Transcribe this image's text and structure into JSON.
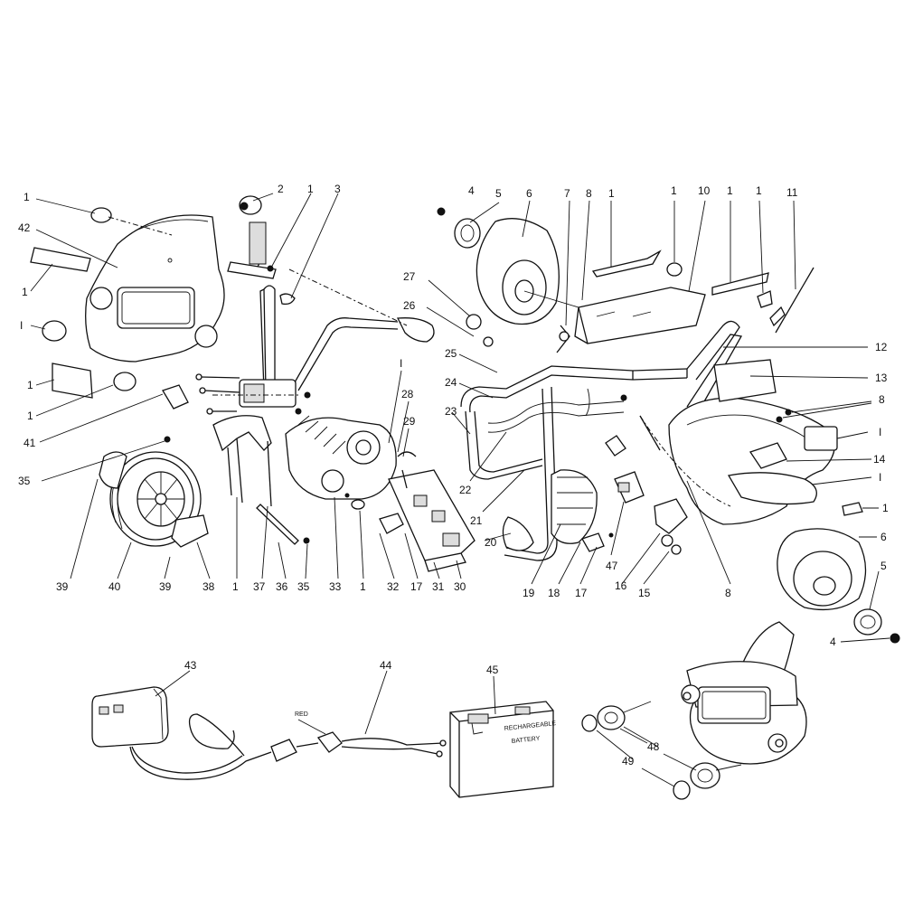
{
  "callouts": {
    "c1a": "1",
    "c2": "2",
    "c1b": "1",
    "c3": "3",
    "c42": "42",
    "c1c": "1",
    "c1d": "I",
    "c1e": "1",
    "c1f": "1",
    "c41": "41",
    "c35a": "35",
    "c39a": "39",
    "c40": "40",
    "c39b": "39",
    "c38": "38",
    "c1g": "1",
    "c37": "37",
    "c36": "36",
    "c35b": "35",
    "c33": "33",
    "c1h": "1",
    "c1i": "I",
    "c28": "28",
    "c29": "29",
    "c32": "32",
    "c17a": "17",
    "c31": "31",
    "c30": "30",
    "c4a": "4",
    "c5a": "5",
    "c6a": "6",
    "c7": "7",
    "c8a": "8",
    "c1j": "1",
    "c1k": "1",
    "c10": "10",
    "c1l": "1",
    "c1m": "1",
    "c11": "11",
    "c27": "27",
    "c26": "26",
    "c25": "25",
    "c24": "24",
    "c23": "23",
    "c22": "22",
    "c21": "21",
    "c20": "20",
    "c19": "19",
    "c18": "18",
    "c17b": "17",
    "c47": "47",
    "c16": "16",
    "c15": "15",
    "c8b": "8",
    "c12": "12",
    "c13": "13",
    "c8c": "8",
    "c1n": "I",
    "c14": "14",
    "c1o": "I",
    "c1p": "1",
    "c6b": "6",
    "c5b": "5",
    "c4b": "4",
    "c43": "43",
    "c44": "44",
    "c45": "45",
    "c48": "48",
    "c49": "49"
  },
  "part_text": {
    "red_wire": "RED",
    "battery_line1": "RECHARGEABLE",
    "battery_line2": "BATTERY"
  }
}
